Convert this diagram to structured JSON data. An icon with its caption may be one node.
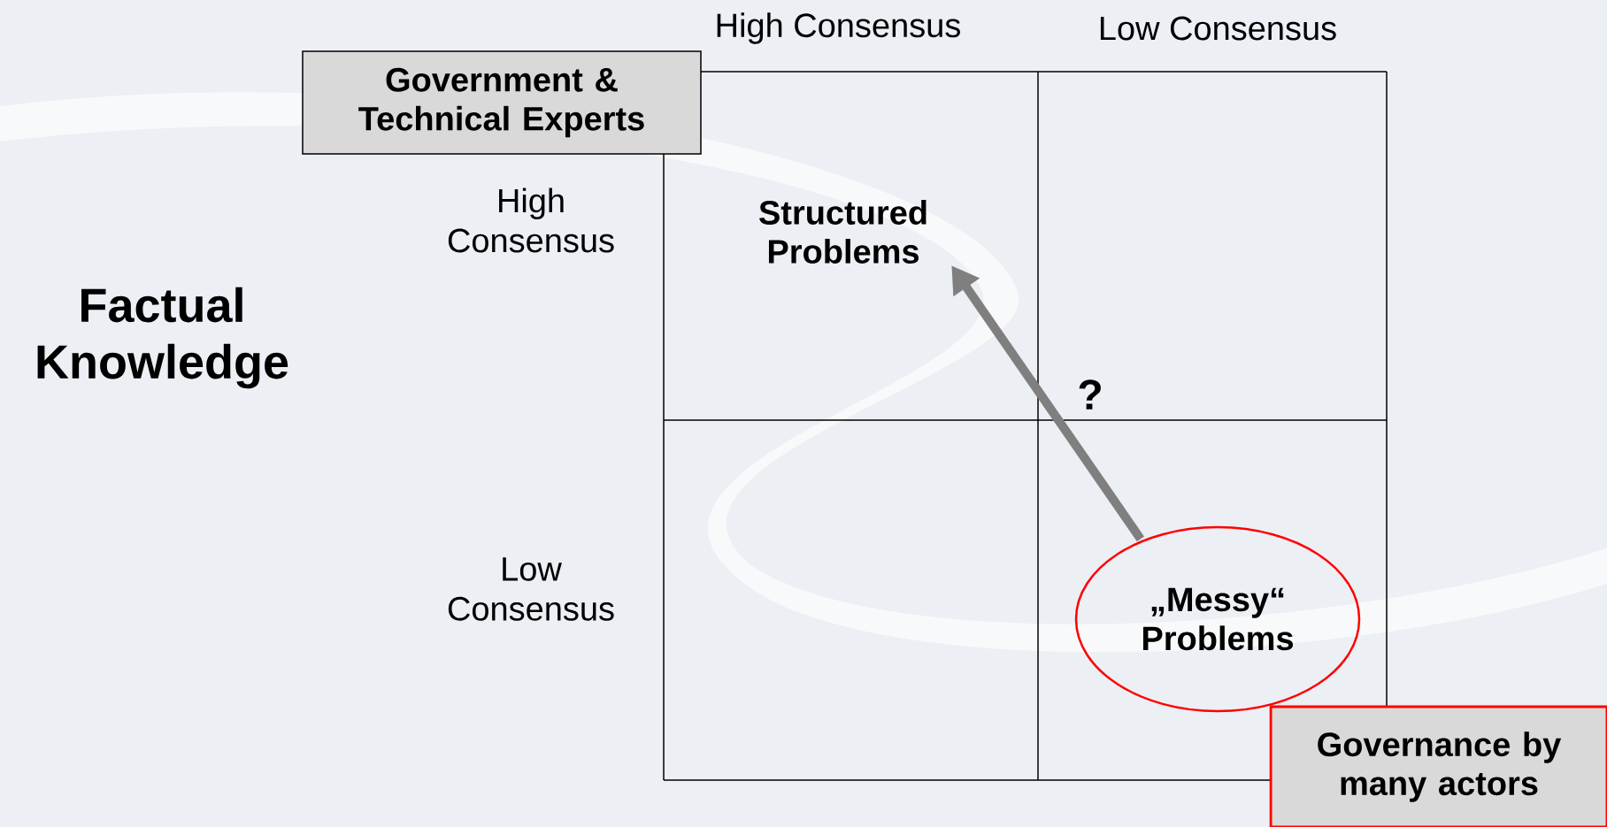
{
  "diagram": {
    "nodes": [
      {
        "text": [
          "Government & Technical Experts"
        ]
      },
      {
        "text": [
          "Structured Problems"
        ]
      },
      {
        "text": [
          "„Messy“ Problems"
        ]
      },
      {
        "text": [
          "Governance by many actors"
        ]
      }
    ],
    "edges": [
      {
        "from": 2,
        "to": 1,
        "arrow": "to",
        "color": "#7f7f7f"
      }
    ],
    "labels": [
      "High Consensus",
      "Low Consensus",
      "High Consensus",
      "Factual Knowledge",
      "?",
      "Low Consensus"
    ]
  }
}
